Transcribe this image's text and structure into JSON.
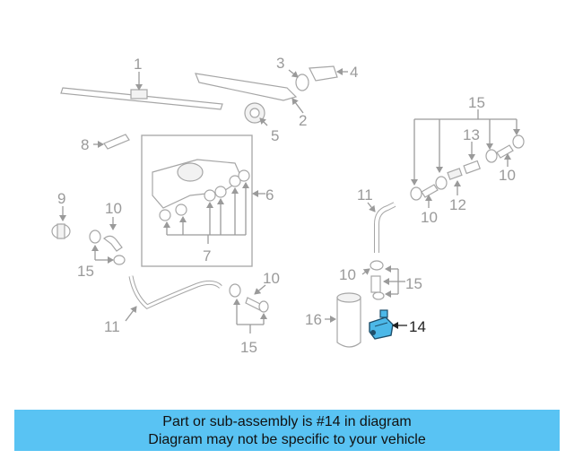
{
  "diagram": {
    "labels": {
      "p1": "1",
      "p2": "2",
      "p3": "3",
      "p4": "4",
      "p5": "5",
      "p6": "6",
      "p7": "7",
      "p8": "8",
      "p9": "9",
      "p10a": "10",
      "p10b": "10",
      "p10c": "10",
      "p10d": "10",
      "p10e": "10",
      "p11a": "11",
      "p11b": "11",
      "p12": "12",
      "p13": "13",
      "p14": "14",
      "p15a": "15",
      "p15b": "15",
      "p15c": "15",
      "p15d": "15",
      "p16": "16"
    },
    "highlight_color": "#4cb8e8"
  },
  "banner": {
    "line1": "Part or sub-assembly is #14 in diagram",
    "line2": "Diagram may not be specific to your vehicle",
    "color": "#59c3f3"
  }
}
